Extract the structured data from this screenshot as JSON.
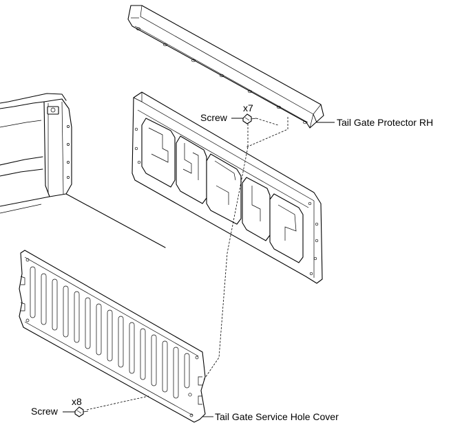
{
  "labels": {
    "tail_gate_protector": "Tail Gate Protector RH",
    "service_hole_cover": "Tail Gate Service Hole Cover",
    "screw_upper": "Screw",
    "screw_upper_qty": "x7",
    "screw_lower": "Screw",
    "screw_lower_qty": "x8"
  }
}
